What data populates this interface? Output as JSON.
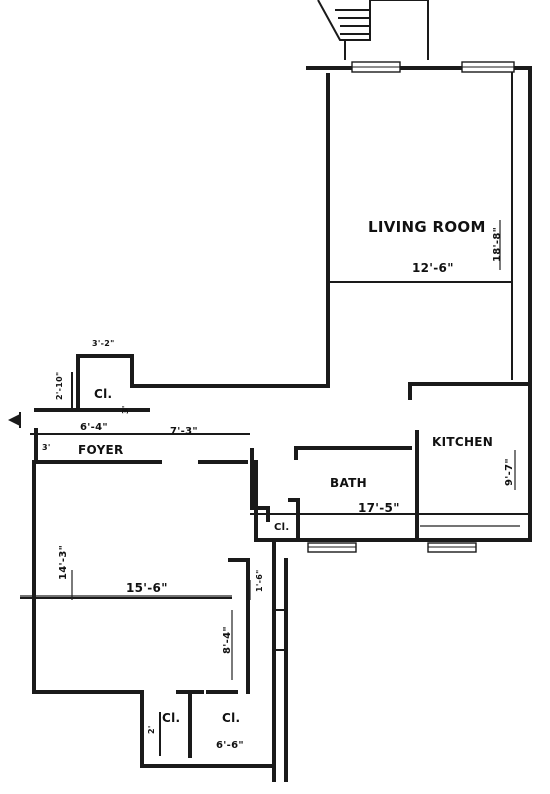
{
  "rooms": {
    "living_room": {
      "name": "LIVING ROOM",
      "width": "12'-6\"",
      "depth": "18'-8\""
    },
    "kitchen": {
      "name": "KITCHEN",
      "depth": "9'-7\""
    },
    "bath": {
      "name": "BATH",
      "dim": "17'-5\""
    },
    "foyer": {
      "name": "FOYER",
      "dim": "6'-4\"",
      "hall_dim": "7'-3\""
    },
    "bedroom": {
      "width": "15'-6\"",
      "depth": "14'-3\"",
      "alcove_dim": "8'-4\""
    }
  },
  "closets": {
    "foyer_closet": {
      "label": "Cl.",
      "top_dim": "3'-2\"",
      "side_dim": "2'-10\"",
      "inner_dim": "3'"
    },
    "bath_closet": {
      "label": "Cl."
    },
    "bedroom_closet_left": {
      "label": "Cl.",
      "dim": "2'"
    },
    "bedroom_closet_right": {
      "label": "Cl.",
      "dim": "6'-6\""
    },
    "hall_dim": "1'-6\""
  },
  "misc": {
    "small_dim": "3'"
  }
}
